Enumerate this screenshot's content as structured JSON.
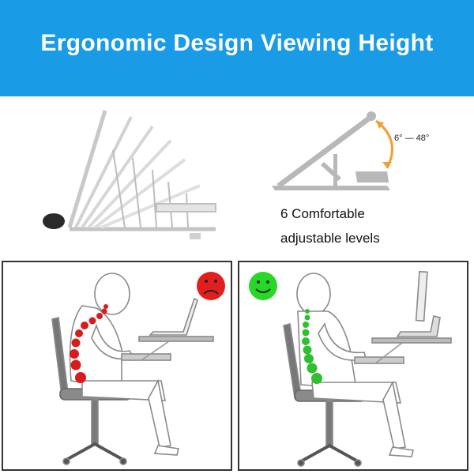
{
  "banner": {
    "title": "Ergonomic Design Viewing Height"
  },
  "adjustment": {
    "angle_label": "6° — 48°",
    "levels_line1": "6 Comfortable",
    "levels_line2": "adjustable levels"
  },
  "comparison": {
    "bad": {
      "face": "sad-face-icon",
      "color": "#e21f1f",
      "spine_color": "#d81b1b"
    },
    "good": {
      "face": "smiley-face-icon",
      "color": "#27d827",
      "spine_color": "#2fbf2f"
    }
  },
  "colors": {
    "banner": "#1a9be6",
    "arrow": "#f0a030",
    "stand": "#b8b8b8"
  }
}
